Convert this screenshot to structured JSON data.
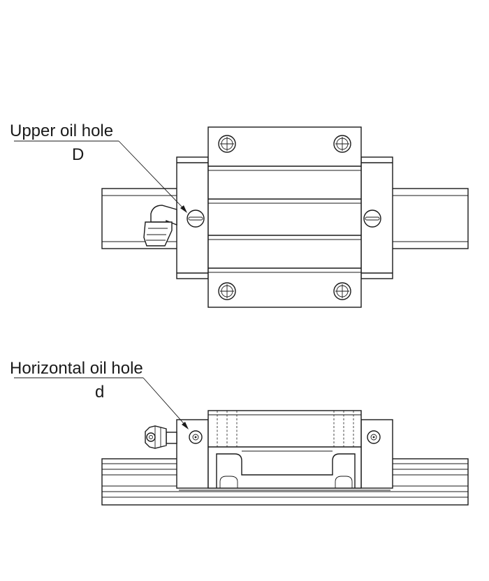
{
  "labels": {
    "upper_oil_hole": "Upper oil hole",
    "upper_symbol": "D",
    "horizontal_oil_hole": "Horizontal oil hole",
    "horizontal_symbol": "d"
  }
}
